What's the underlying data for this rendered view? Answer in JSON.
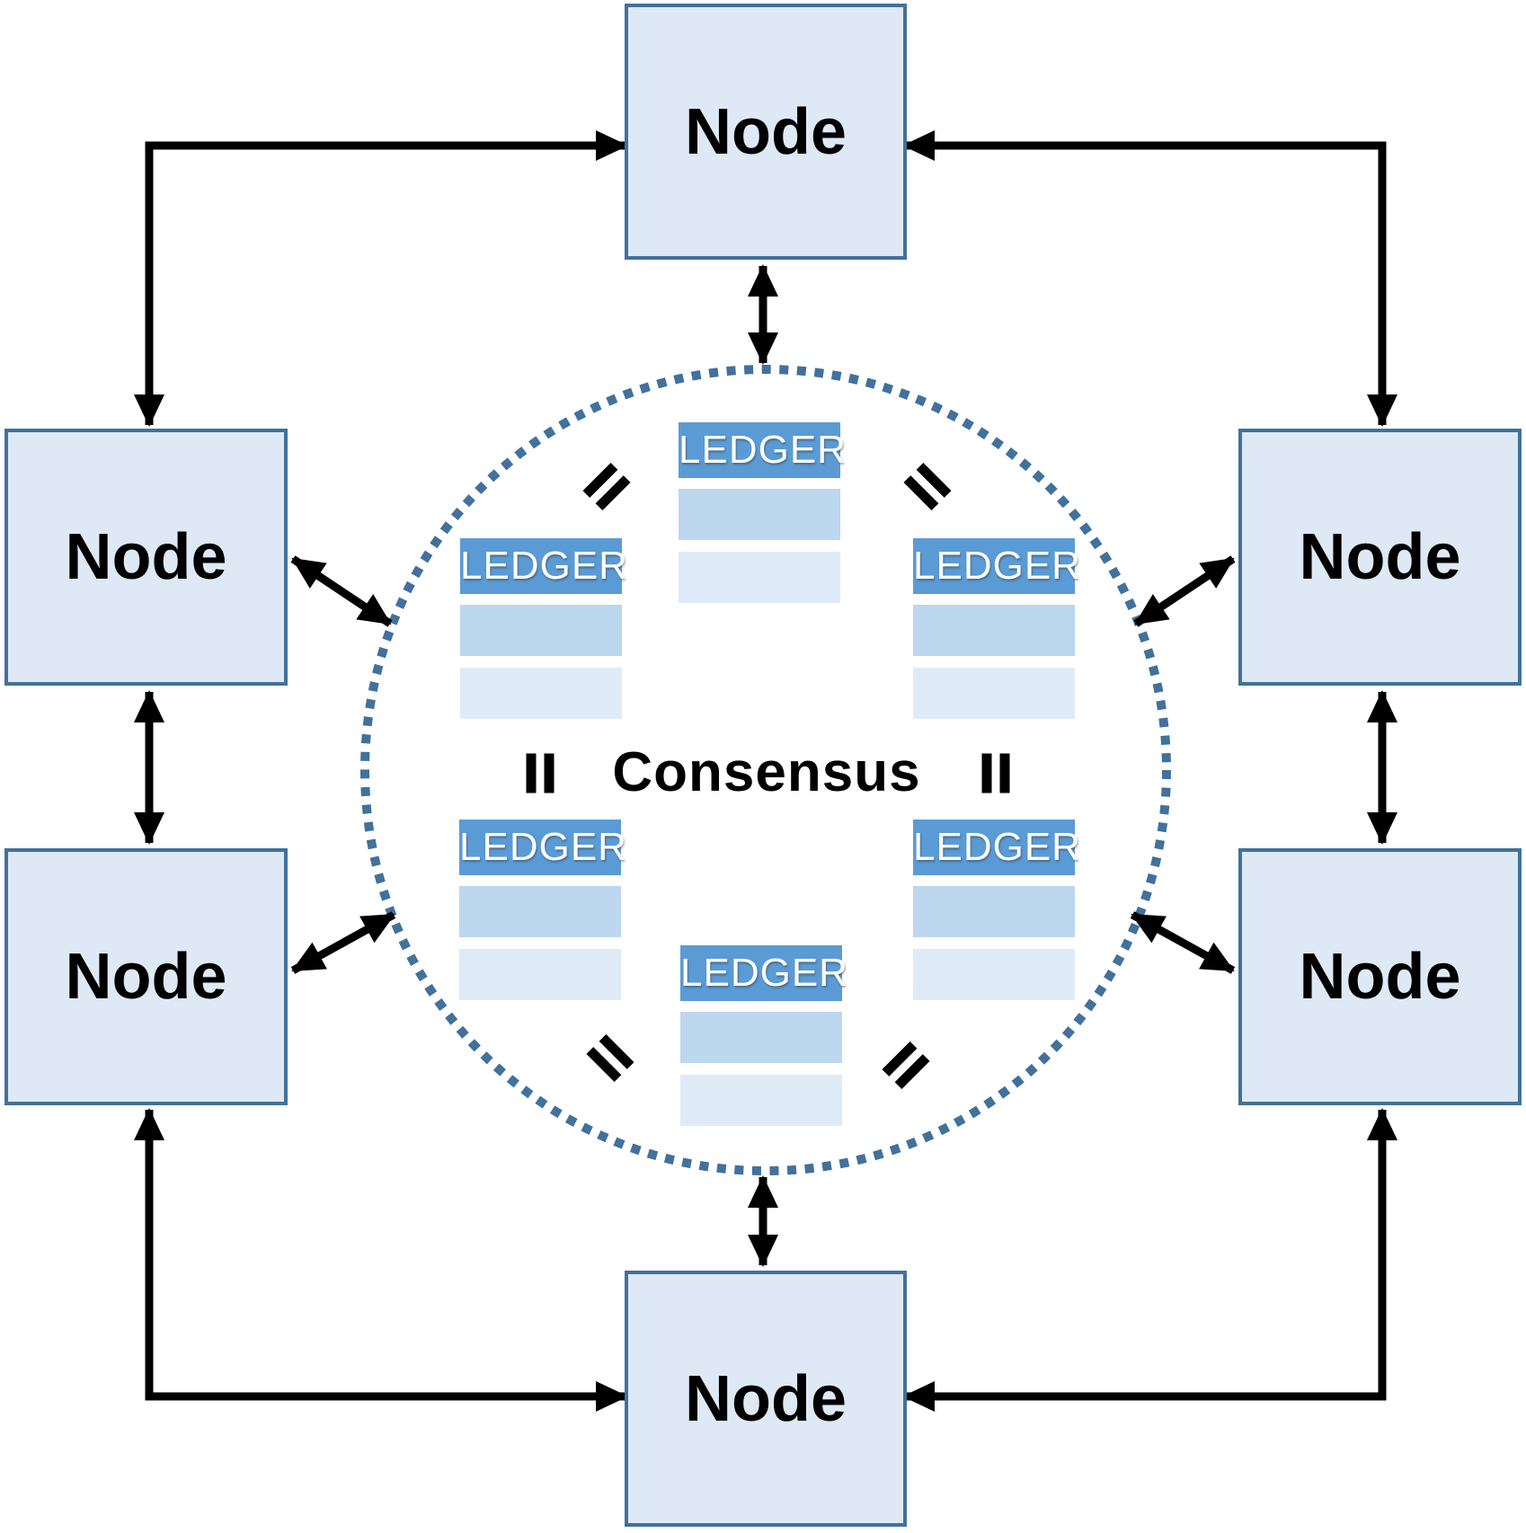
{
  "diagram": {
    "kind": "peer-to-peer consensus network",
    "description_visible_text_only": true
  },
  "nodes": [
    {
      "id": "top",
      "label": "Node"
    },
    {
      "id": "upper-left",
      "label": "Node"
    },
    {
      "id": "upper-right",
      "label": "Node"
    },
    {
      "id": "lower-left",
      "label": "Node"
    },
    {
      "id": "lower-right",
      "label": "Node"
    },
    {
      "id": "bottom",
      "label": "Node"
    }
  ],
  "consensus": {
    "label": "Consensus"
  },
  "ledgers": [
    {
      "id": "top-center",
      "label": "LEDGER",
      "rows": 2
    },
    {
      "id": "middle-left",
      "label": "LEDGER",
      "rows": 2
    },
    {
      "id": "middle-right",
      "label": "LEDGER",
      "rows": 2
    },
    {
      "id": "bottom-left",
      "label": "LEDGER",
      "rows": 2
    },
    {
      "id": "bottom-right",
      "label": "LEDGER",
      "rows": 2
    },
    {
      "id": "bottom-center",
      "label": "LEDGER",
      "rows": 2
    }
  ],
  "equals_marks": {
    "glyph": "=",
    "count": 6,
    "positions": [
      "top-left",
      "top-right",
      "middle-left",
      "middle-right",
      "bottom-left",
      "bottom-right"
    ]
  },
  "connections": [
    {
      "from": "upper-left-node",
      "to": "top-node",
      "type": "elbow",
      "heads": "both"
    },
    {
      "from": "upper-right-node",
      "to": "top-node",
      "type": "elbow",
      "heads": "both"
    },
    {
      "from": "lower-left-node",
      "to": "bottom-node",
      "type": "elbow",
      "heads": "both"
    },
    {
      "from": "lower-right-node",
      "to": "bottom-node",
      "type": "elbow",
      "heads": "both"
    },
    {
      "from": "upper-left-node",
      "to": "lower-left-node",
      "type": "straight",
      "heads": "both"
    },
    {
      "from": "upper-right-node",
      "to": "lower-right-node",
      "type": "straight",
      "heads": "both"
    },
    {
      "from": "top-node",
      "to": "consensus-circle",
      "type": "straight",
      "heads": "both"
    },
    {
      "from": "bottom-node",
      "to": "consensus-circle",
      "type": "straight",
      "heads": "both"
    },
    {
      "from": "upper-left-node",
      "to": "consensus-circle",
      "type": "diagonal",
      "heads": "both"
    },
    {
      "from": "upper-right-node",
      "to": "consensus-circle",
      "type": "diagonal",
      "heads": "both"
    },
    {
      "from": "lower-left-node",
      "to": "consensus-circle",
      "type": "diagonal",
      "heads": "both"
    },
    {
      "from": "lower-right-node",
      "to": "consensus-circle",
      "type": "diagonal",
      "heads": "both"
    }
  ],
  "colors": {
    "node_fill": "#dee9f5",
    "node_border": "#41719c",
    "circle_dot": "#41719c",
    "ledger_header_fill": "#5b9bd5",
    "ledger_header_text": "#ffffff",
    "ledger_row1_fill": "#bdd7ee",
    "ledger_row2_fill": "#deebf7",
    "arrow": "#000000",
    "text": "#000000",
    "canvas_bg": "#ffffff"
  }
}
